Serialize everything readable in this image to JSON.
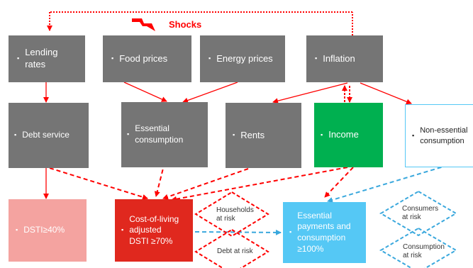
{
  "shocks": {
    "label": "Shocks"
  },
  "bullet": "▪",
  "top_row": [
    {
      "label": "Lending\nrates"
    },
    {
      "label": "Food prices"
    },
    {
      "label": "Energy prices"
    },
    {
      "label": "Inflation"
    }
  ],
  "middle_row": [
    {
      "label": "Debt service"
    },
    {
      "label": "Essential\nconsumption"
    },
    {
      "label": "Rents"
    },
    {
      "label": "Income"
    },
    {
      "label": "Non-essential\nconsumption"
    }
  ],
  "bottom_row": {
    "dsti40": "DSTI≥40%",
    "col_dsti": "Cost-of-living\nadjusted\nDSTI ≥70%",
    "essential": "Essential\npayments and\nconsumption\n≥100%"
  },
  "risk_labels": {
    "households": "Households\nat risk",
    "debt": "Debt at risk",
    "consumers": "Consumers\nat risk",
    "consumption": "Consumption\nat risk"
  },
  "colors": {
    "grey": "#757575",
    "red": "#ff0000",
    "income_green": "#00b050",
    "pink": "#f4a3a0",
    "dark_red": "#e0281e",
    "light_blue": "#55c8f5",
    "dashed_blue": "#3aa8dd"
  }
}
